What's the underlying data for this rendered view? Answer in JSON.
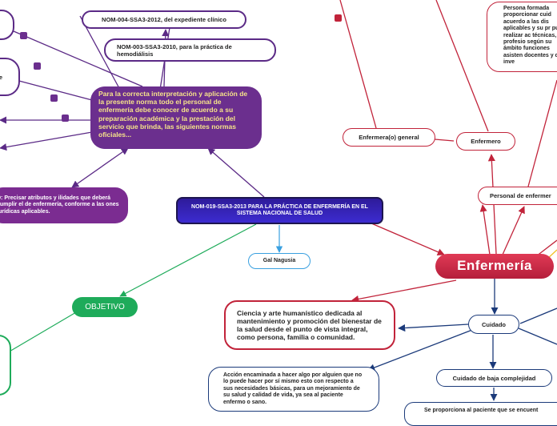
{
  "central_topic": "NOM-019-SSA3-2013 PARA LA PRÁCTICA DE ENFERMERÍA EN EL SISTEMA NACIONAL DE SALUD",
  "nodes": {
    "nom004": "NOM-004-SSA3-2012, del expediente clínico",
    "nom003": "NOM-003-SSA3-2010, para la práctica de hemodiálisis",
    "aplicacion": "Para la correcta interpretación y aplicación de la presente norma todo el personal de enfermería debe conocer de acuerdo a su preparación académica y la prestación del servicio que brinda, las siguientes normas oficiales...",
    "objetivo_desc": "D: Precisar atributos y ilidades que deberá cumplir el de enfermería, conforme a las ones jurídicas aplicables.",
    "gal": "Gal Nagusia",
    "objetivo": "OBJETIVO",
    "enfermeria": "Enfermería",
    "enfermera_general": "Enfermera(o) general",
    "enfermero": "Enfermero",
    "personal": "Personal de enfermer",
    "persona_formada": "Persona formada proporcionar cuid acuerdo a las dis aplicables y su pr puede realizar ac técnicas, profesio según su ámbito funciones asisten docentes y de inve",
    "ciencia": "Ciencia y arte humanístico dedicada al mantenimiento y promoción del bienestar de la salud desde el punto de vista integral, como persona, familia o comunidad.",
    "cuidado": "Cuidado",
    "accion": "Acción encaminada a hacer algo por alguien que no lo puede hacer por sí mismo esto con respecto a sus necesidades básicas, para un mejoramiento de su salud y calidad de vida, ya sea al paciente enfermo o sano.",
    "baja": "Cuidado de baja complejidad",
    "proporciona": "Se proporciona al paciente que se encuent"
  },
  "left_fragment": "e",
  "colors": {
    "purple": "#5b2a86",
    "red": "#c1233a",
    "navy": "#1b3a7a",
    "green": "#1eab5a",
    "sky": "#3aa0e0",
    "root": "#3c2bd0"
  }
}
